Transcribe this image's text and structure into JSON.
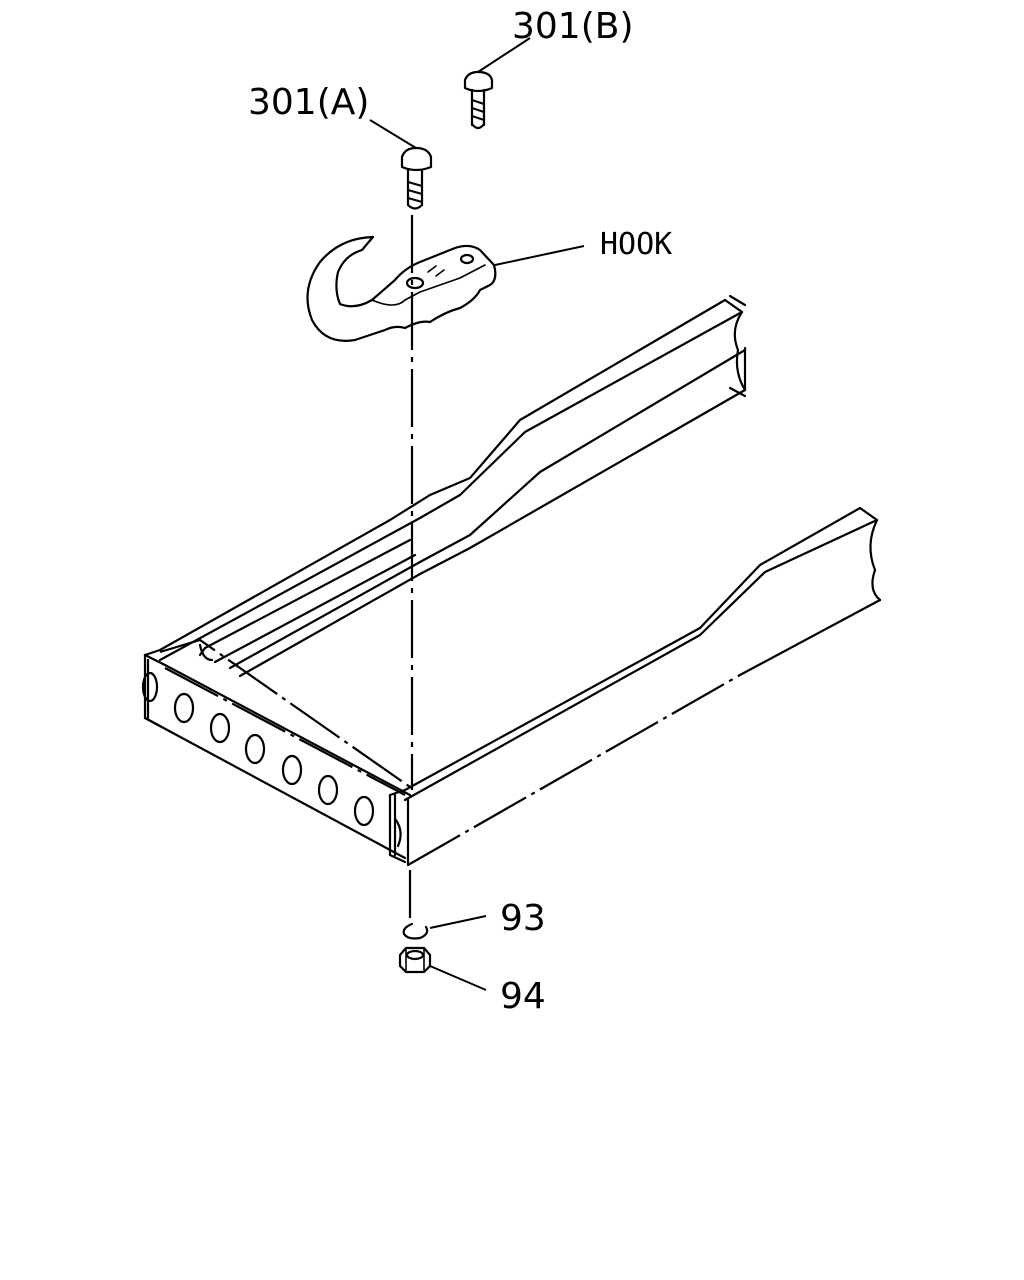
{
  "callouts": {
    "bolt_a": "301(A)",
    "bolt_b": "301(B)",
    "hook": "HOOK",
    "washer": "93",
    "nut": "94"
  },
  "colors": {
    "line": "#000000",
    "background": "#ffffff"
  }
}
